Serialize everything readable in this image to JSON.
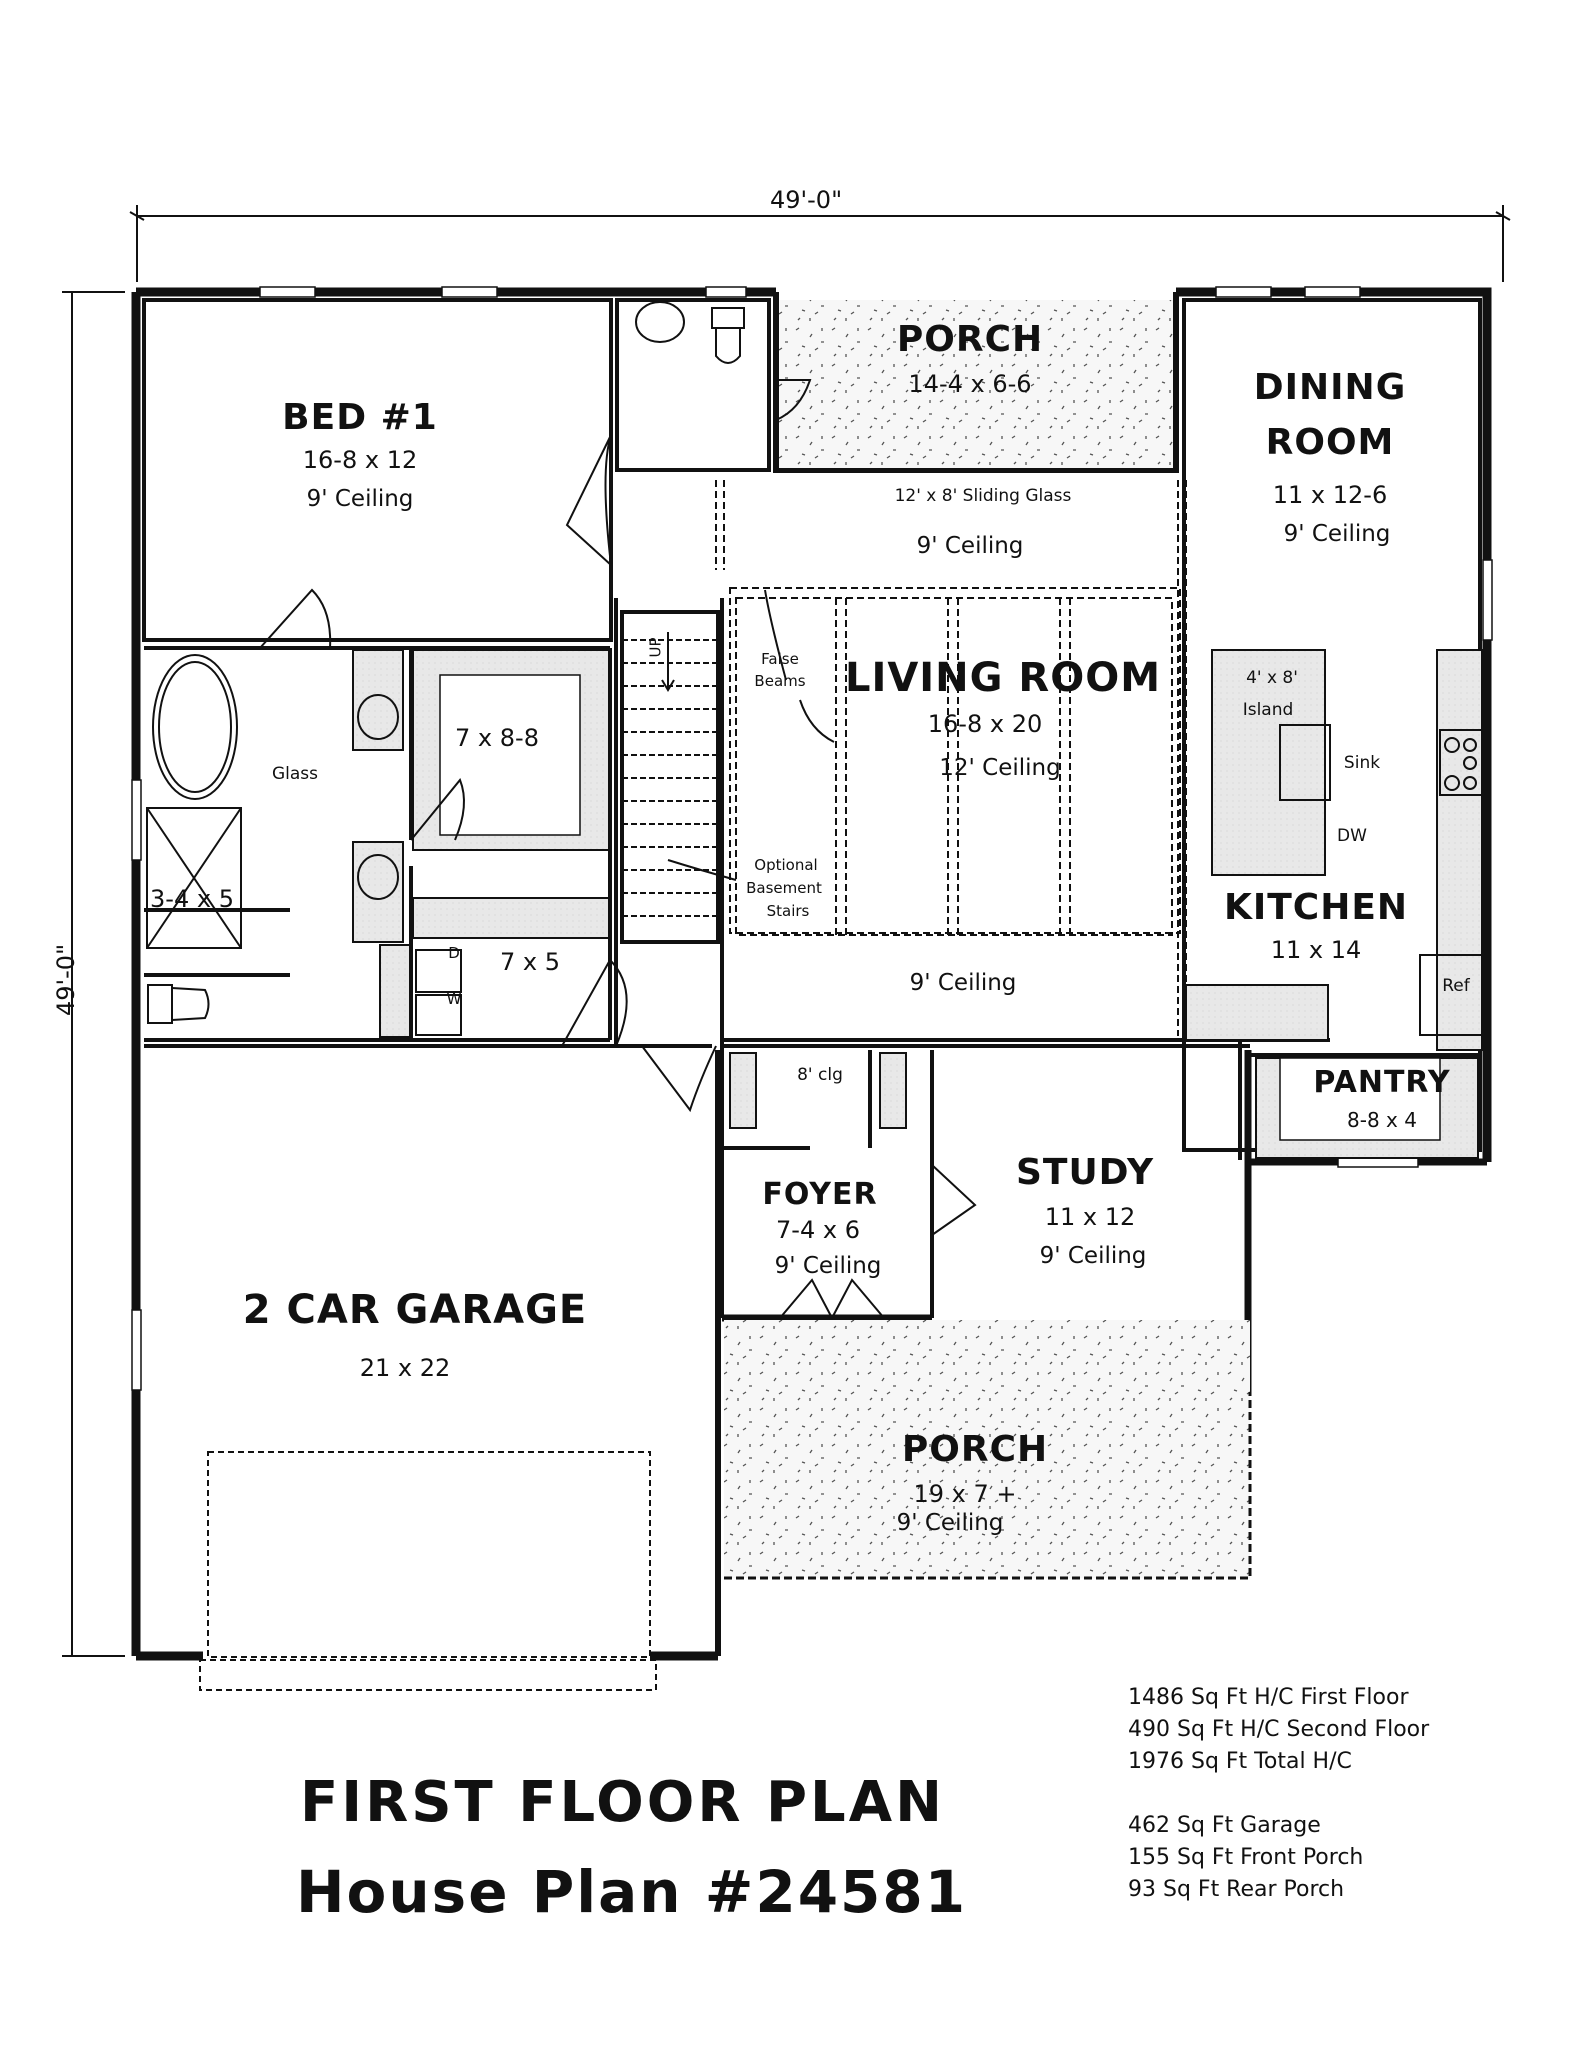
{
  "dimensions": {
    "width": "49'-0\"",
    "depth": "49'-0\""
  },
  "rooms": {
    "bed1": {
      "name": "BED #1",
      "size": "16-8 x 12",
      "ceiling": "9' Ceiling"
    },
    "rear_porch": {
      "name": "PORCH",
      "size": "14-4 x 6-6"
    },
    "sliding_glass": {
      "label": "12' x 8' Sliding Glass",
      "ceiling": "9' Ceiling"
    },
    "dining": {
      "name_line1": "DINING",
      "name_line2": "ROOM",
      "size": "11 x 12-6",
      "ceiling": "9' Ceiling"
    },
    "living": {
      "name": "LIVING ROOM",
      "size": "16-8 x 20",
      "ceiling": "12' Ceiling",
      "lower_ceiling": "9' Ceiling"
    },
    "closet": {
      "size": "7 x 8-8"
    },
    "shower": {
      "size": "3-4 x 5",
      "glass": "Glass"
    },
    "laundry": {
      "size": "7 x 5",
      "dryer": "D",
      "washer": "W"
    },
    "kitchen": {
      "name": "KITCHEN",
      "size": "11 x 14",
      "island_line1": "4' x 8'",
      "island_line2": "Island",
      "sink": "Sink",
      "dishwasher": "DW",
      "fridge": "Ref"
    },
    "pantry": {
      "name": "PANTRY",
      "size": "8-8 x 4"
    },
    "foyer": {
      "name": "FOYER",
      "size": "7-4 x 6",
      "ceiling": "9' Ceiling",
      "hall_ceiling": "8' clg"
    },
    "study": {
      "name": "STUDY",
      "size": "11 x 12",
      "ceiling": "9' Ceiling"
    },
    "garage": {
      "name": "2 CAR GARAGE",
      "size": "21 x 22"
    },
    "front_porch": {
      "name": "PORCH",
      "size": "19 x 7 +",
      "ceiling": "9' Ceiling"
    }
  },
  "annotations": {
    "false_beams_line1": "False",
    "false_beams_line2": "Beams",
    "basement_line1": "Optional",
    "basement_line2": "Basement",
    "basement_line3": "Stairs",
    "stairs_up": "UP"
  },
  "title": {
    "line1": "FIRST FLOOR PLAN",
    "line2": "House Plan #24581"
  },
  "stats": {
    "first_floor": "1486 Sq Ft H/C First Floor",
    "second_floor": "490 Sq Ft H/C Second Floor",
    "total": "1976 Sq Ft Total H/C",
    "garage": "462 Sq Ft Garage",
    "front_porch": "155 Sq Ft Front Porch",
    "rear_porch": "93 Sq Ft Rear Porch"
  },
  "colors": {
    "line": "#111111",
    "counter_fill": "#e6e6e6",
    "porch_fill": "#f4f4f4",
    "background": "#ffffff"
  }
}
